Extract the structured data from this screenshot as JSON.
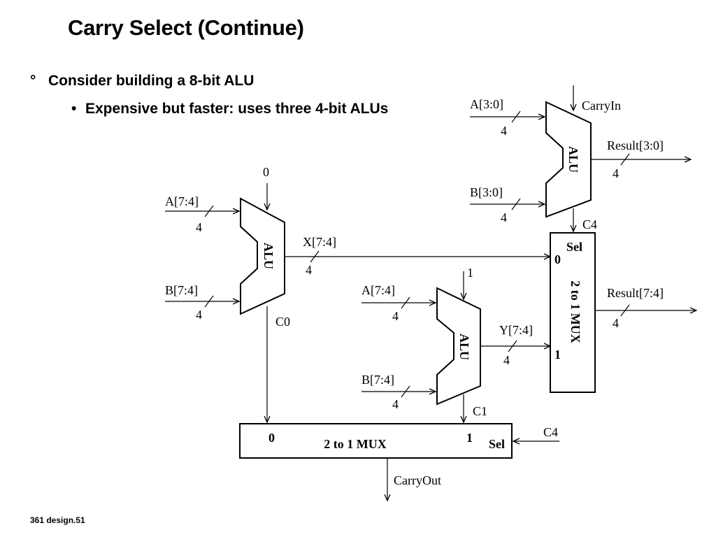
{
  "slide": {
    "title": "Carry Select  (Continue)",
    "bullet1": {
      "marker": "°",
      "text": "Consider building a 8-bit ALU"
    },
    "bullet2": {
      "marker": "•",
      "text": "Expensive but faster: uses three 4-bit ALUs"
    },
    "footer": "361  design.51"
  },
  "diagram": {
    "alu_top": {
      "label": "ALU",
      "in_a": "A[3:0]",
      "in_b": "B[3:0]",
      "carry_in": "CarryIn",
      "result": "Result[3:0]",
      "carry_out": "C4",
      "width_a": "4",
      "width_b": "4",
      "width_result": "4"
    },
    "alu_left": {
      "label": "ALU",
      "in_a": "A[7:4]",
      "in_b": "B[7:4]",
      "carry_in": "0",
      "out": "X[7:4]",
      "carry_out": "C0",
      "width_a": "4",
      "width_b": "4",
      "width_out": "4"
    },
    "alu_mid": {
      "label": "ALU",
      "in_a": "A[7:4]",
      "in_b": "B[7:4]",
      "carry_in": "1",
      "out": "Y[7:4]",
      "carry_out": "C1",
      "width_a": "4",
      "width_b": "4",
      "width_out": "4"
    },
    "mux_right": {
      "label": "2 to 1 MUX",
      "sel": "Sel",
      "in0": "0",
      "in1": "1",
      "result": "Result[7:4]",
      "width_result": "4"
    },
    "mux_bottom": {
      "label": "2 to 1 MUX",
      "sel": "Sel",
      "in0": "0",
      "in1": "1",
      "sel_signal": "C4",
      "out": "CarryOut"
    }
  }
}
